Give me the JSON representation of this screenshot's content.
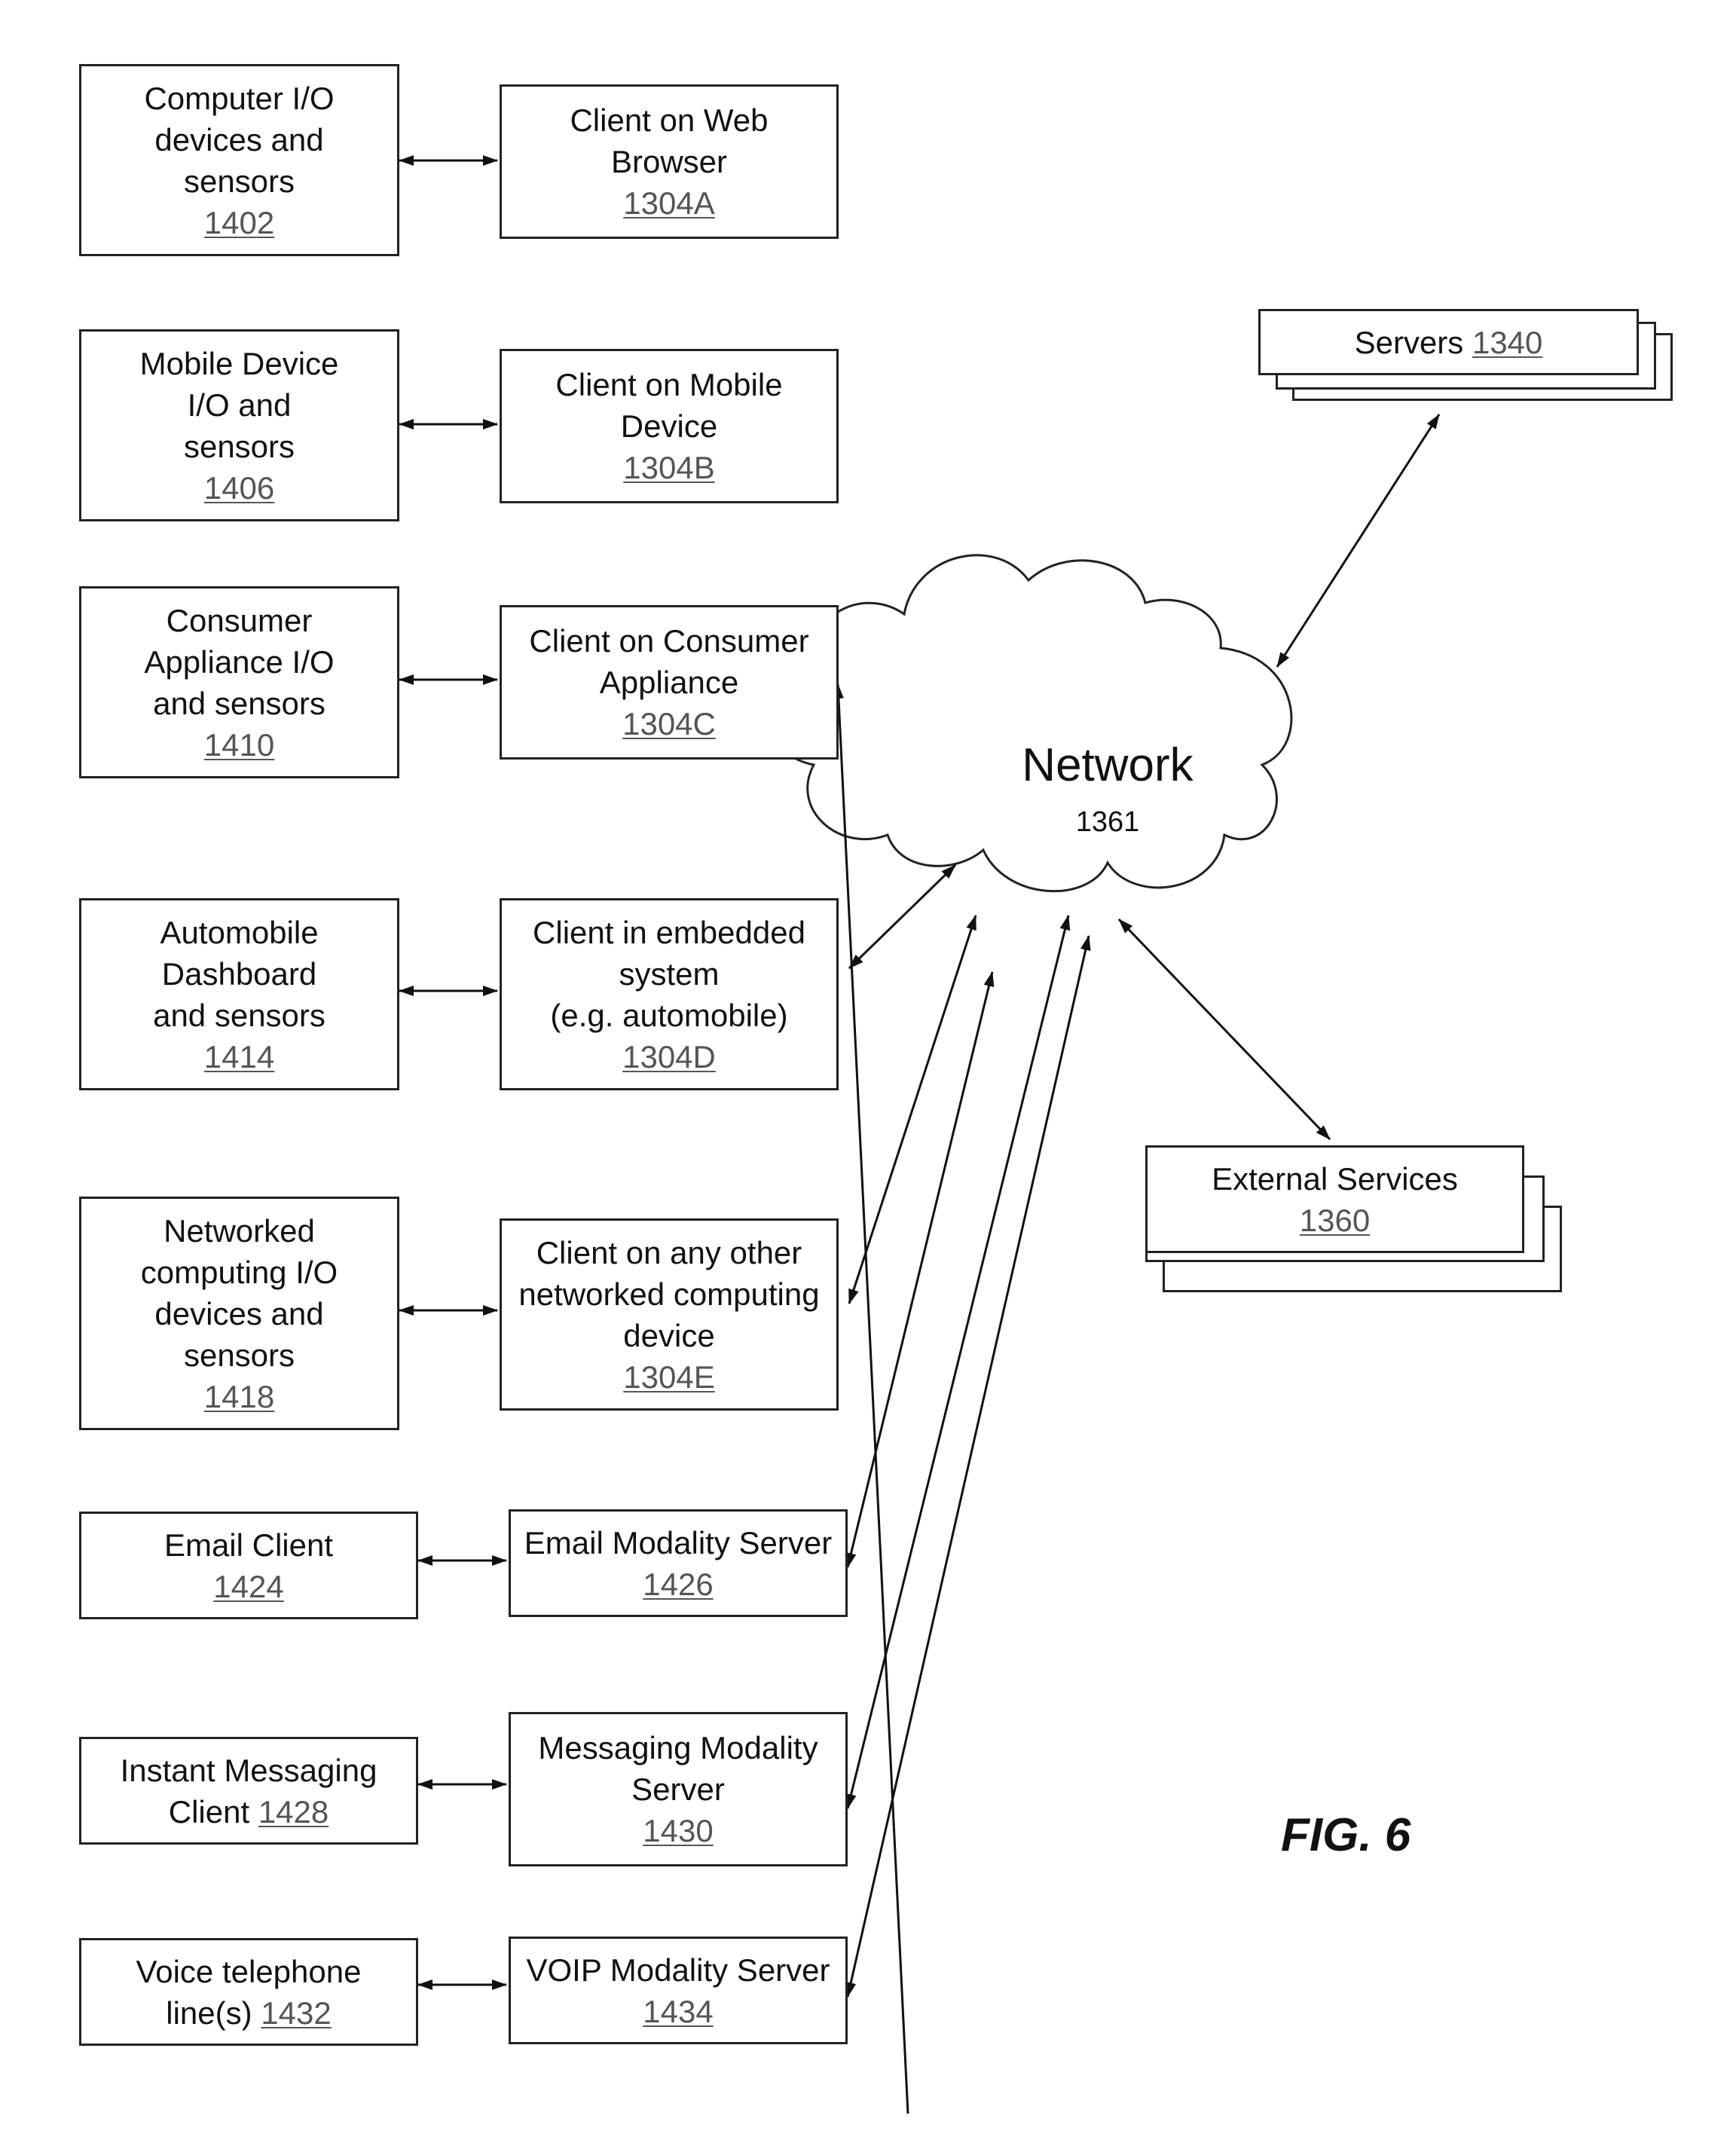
{
  "devices": [
    {
      "label": [
        "Computer I/O",
        "devices and",
        "sensors"
      ],
      "ref": "1402"
    },
    {
      "label": [
        "Mobile Device",
        "I/O and",
        "sensors"
      ],
      "ref": "1406"
    },
    {
      "label": [
        "Consumer",
        "Appliance I/O",
        "and sensors"
      ],
      "ref": "1410"
    },
    {
      "label": [
        "Automobile",
        "Dashboard",
        "and sensors"
      ],
      "ref": "1414"
    },
    {
      "label": [
        "Networked",
        "computing I/O",
        "devices and",
        "sensors"
      ],
      "ref": "1418"
    },
    {
      "label": [
        "Email Client"
      ],
      "ref": "1424"
    },
    {
      "label": [
        "Instant Messaging",
        "Client"
      ],
      "ref": "1428"
    },
    {
      "label": [
        "Voice telephone",
        "line(s)"
      ],
      "ref": "1432"
    }
  ],
  "clients": [
    {
      "label": [
        "Client on Web",
        "Browser"
      ],
      "ref": "1304A"
    },
    {
      "label": [
        "Client on Mobile",
        "Device"
      ],
      "ref": "1304B"
    },
    {
      "label": [
        "Client on Consumer",
        "Appliance"
      ],
      "ref": "1304C"
    },
    {
      "label": [
        "Client in embedded",
        "system",
        "(e.g. automobile)"
      ],
      "ref": "1304D"
    },
    {
      "label": [
        "Client on any other",
        "networked computing",
        "device"
      ],
      "ref": "1304E"
    },
    {
      "label": [
        "Email Modality Server"
      ],
      "ref": "1426"
    },
    {
      "label": [
        "Messaging Modality",
        "Server"
      ],
      "ref": "1430"
    },
    {
      "label": [
        "VOIP Modality Server"
      ],
      "ref": "1434"
    }
  ],
  "servers": {
    "label": "Servers",
    "ref": "1340"
  },
  "network": {
    "label": "Network",
    "ref": "1361"
  },
  "external_services": {
    "label": "External Services",
    "ref": "1360"
  },
  "figure_label": "FIG. 6"
}
